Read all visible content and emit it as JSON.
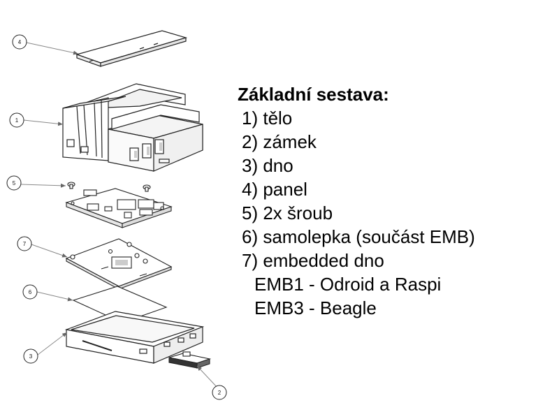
{
  "legend": {
    "title": "Základní sestava:",
    "items": [
      {
        "text": "1) tělo",
        "level": 1
      },
      {
        "text": "2) zámek",
        "level": 1
      },
      {
        "text": "3) dno",
        "level": 1
      },
      {
        "text": "4) panel",
        "level": 1
      },
      {
        "text": "5) 2x šroub",
        "level": 1
      },
      {
        "text": "6) samolepka (součást EMB)",
        "level": 1
      },
      {
        "text": "7) embedded dno",
        "level": 1
      },
      {
        "text": "EMB1 - Odroid a Raspi",
        "level": 2
      },
      {
        "text": "EMB3 - Beagle",
        "level": 2
      }
    ]
  },
  "callouts": [
    "4",
    "1",
    "5",
    "7",
    "6",
    "3",
    "2"
  ],
  "colors": {
    "line": "#222222",
    "leader": "#888888",
    "fill": "#ffffff",
    "shade": "#d9d9d9"
  }
}
